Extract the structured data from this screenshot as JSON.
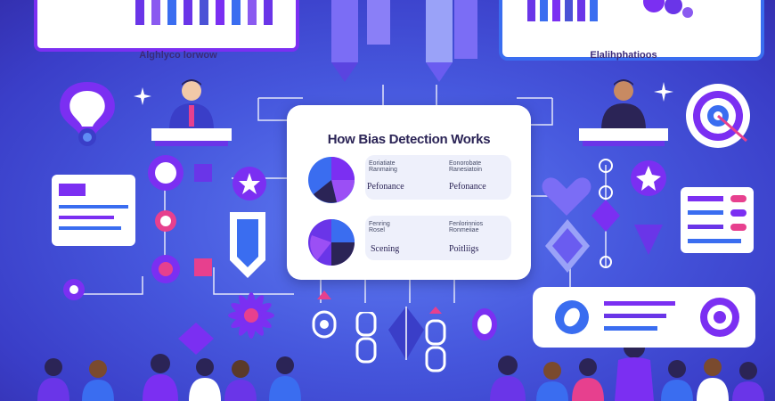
{
  "left_panel": {
    "caption": "Alghlyco lorwow"
  },
  "right_panel": {
    "caption": "Elalihphatioos"
  },
  "center_card": {
    "title": "How Bias Detection Works",
    "row1": {
      "label_a_small": "Eoriatiate\nRanmaing",
      "label_a": "Pefonance",
      "label_b_small": "Eonorobate\nRanesiatoin",
      "label_b": "Pefonance"
    },
    "row2": {
      "label_a_small": "Fenring\nRosel",
      "label_a": "Scening",
      "label_b_small": "Fenlorinnios\nRonmeiiae",
      "label_b": "Poitliigs"
    }
  },
  "colors": {
    "accent_purple": "#7b2ff2",
    "accent_blue": "#3a6df0",
    "accent_pink": "#e7408e",
    "bg": "#4a5be0"
  },
  "icons": [
    "lightbulb-icon",
    "person-icon",
    "target-icon",
    "heart-icon",
    "sparkle-icon",
    "flower-icon",
    "lock-icon",
    "chain-icon",
    "pie-chart-icon",
    "document-icon"
  ]
}
